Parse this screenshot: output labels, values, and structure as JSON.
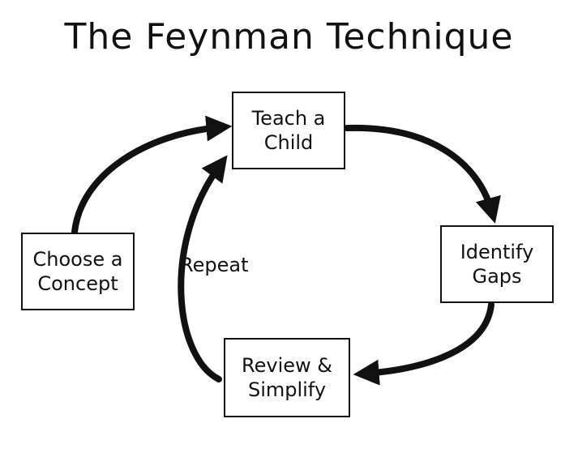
{
  "title": "The Feynman Technique",
  "nodes": {
    "teach": {
      "line1": "Teach a",
      "line2": "Child"
    },
    "choose": {
      "line1": "Choose a",
      "line2": "Concept"
    },
    "identify": {
      "line1": "Identify",
      "line2": "Gaps"
    },
    "review": {
      "line1": "Review &",
      "line2": "Simplify"
    }
  },
  "repeat_label": "Repeat",
  "colors": {
    "ink": "#111111",
    "background": "#ffffff"
  }
}
